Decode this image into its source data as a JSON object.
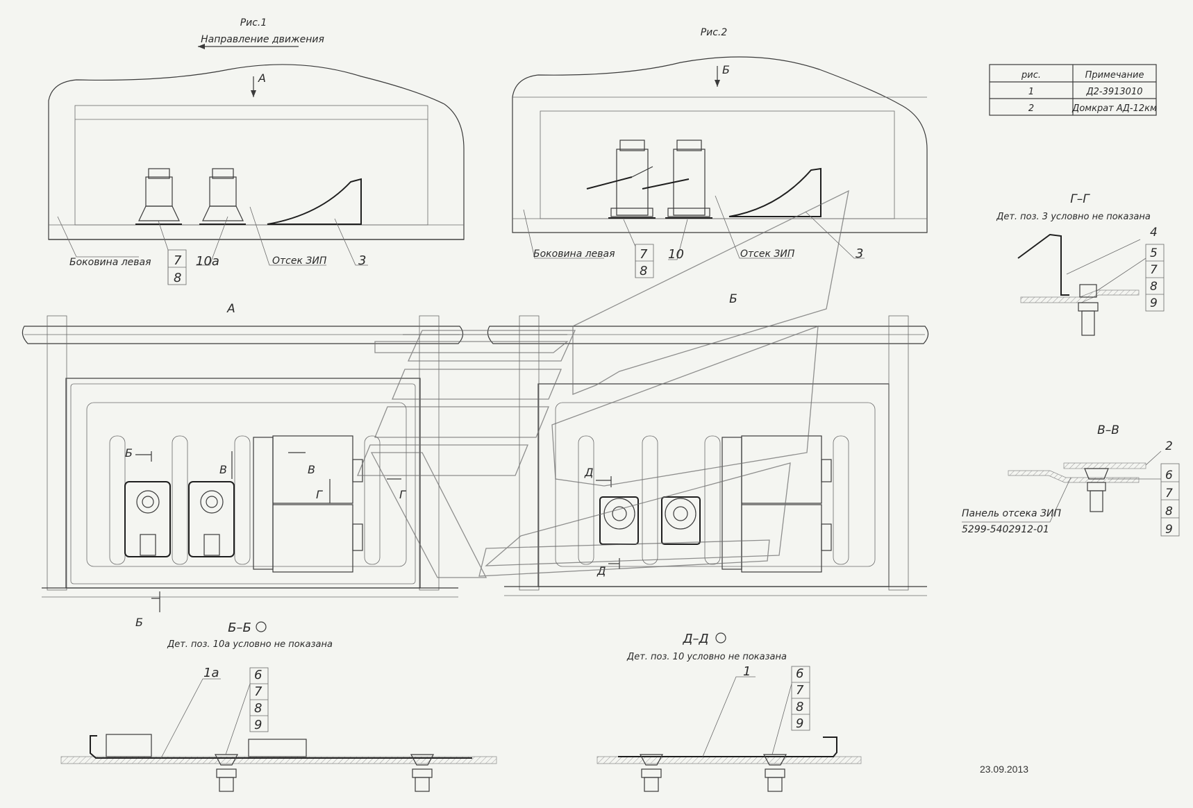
{
  "titles": {
    "fig1": "Рис.1",
    "direction": "Направление движения",
    "fig2": "Рис.2",
    "viewA_arrow": "А",
    "viewB_arrow": "Б",
    "viewA": "А",
    "viewB": "Б"
  },
  "fig1_labels": {
    "side_left": "Боковина левая",
    "p7": "7",
    "p8": "8",
    "p10a": "10а",
    "zip": "Отсек ЗИП",
    "p3": "3"
  },
  "fig2_labels": {
    "side_left": "Боковина левая",
    "p7": "7",
    "p8": "8",
    "p10": "10",
    "zip": "Отсек ЗИП",
    "p3": "3"
  },
  "table": {
    "headers": [
      "рис.",
      "Примечание"
    ],
    "rows": [
      [
        "1",
        "Д2-3913010"
      ],
      [
        "2",
        "Домкрат АД-12км"
      ]
    ]
  },
  "section_GG": {
    "title": "Г–Г",
    "note": "Дет. поз. 3 условно не показана",
    "callouts": [
      "4",
      "5",
      "7",
      "8",
      "9"
    ]
  },
  "section_VV": {
    "title": "В–В",
    "callouts": [
      "2",
      "6",
      "7",
      "8",
      "9"
    ],
    "panel_name": "Панель отсека ЗИП",
    "panel_code": "5299-5402912-01"
  },
  "section_BB": {
    "title": "Б–Б",
    "note": "Дет. поз. 10а условно не показана",
    "callouts": [
      "1а",
      "6",
      "7",
      "8",
      "9"
    ]
  },
  "section_DD": {
    "title": "Д–Д",
    "note": "Дет. поз. 10 условно не показана",
    "callouts": [
      "1",
      "6",
      "7",
      "8",
      "9"
    ]
  },
  "cut_marks": {
    "B": "Б",
    "V": "В",
    "G": "Г",
    "D": "Д"
  },
  "date": "23.09.2013"
}
